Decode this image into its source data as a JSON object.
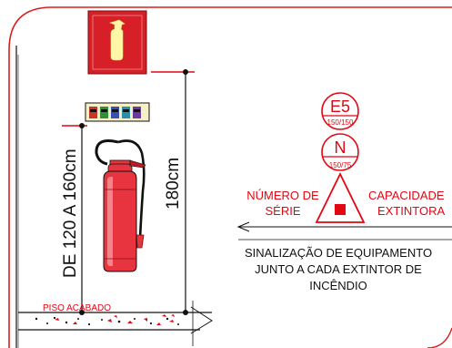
{
  "heights": {
    "range_label": "DE 120 A 160cm",
    "top_label": "180cm"
  },
  "floor": {
    "label": "PISO ACABADO"
  },
  "badge_e5": {
    "code": "E5",
    "sub": "150/150"
  },
  "badge_n": {
    "code": "N",
    "sub": "150/75"
  },
  "triangle_labels": {
    "left_line1": "NÚMERO DE",
    "left_line2": "SÉRIE",
    "right_line1": "CAPACIDADE",
    "right_line2": "EXTINTORA"
  },
  "caption": {
    "line1": "SINALIZAÇÃO DE EQUIPAMENTO",
    "line2": "JUNTO A CADA EXTINTOR DE",
    "line3": "INCÊNDIO"
  },
  "colors": {
    "red": "#e30613",
    "frame": "#d8201e",
    "sign_bg": "#d61f26",
    "sign_fg": "#fff6a8",
    "extinguisher": "#e7343f",
    "extinguisher_light": "#f7a7ab",
    "line": "#111111"
  }
}
